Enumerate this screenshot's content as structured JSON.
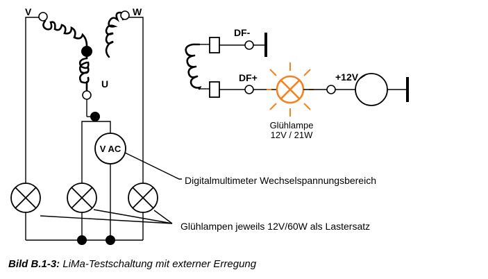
{
  "labels": {
    "V": "V",
    "W": "W",
    "U": "U",
    "df_minus": "DF-",
    "df_plus": "DF+",
    "plus_12v": "+12V",
    "meter": "V AC",
    "lamp_line1": "Glühlampe",
    "lamp_line2": "12V / 21W",
    "meter_note": "Digitalmultimeter Wechselspannungsbereich",
    "lamps_note": "Glühlampen jeweils 12V/60W als Lastersatz"
  },
  "caption": {
    "prefix": "Bild B.1-3:",
    "text": "LiMa-Testschaltung mit externer Erregung"
  },
  "colors": {
    "lamp_highlight": "#f5821f",
    "wire": "#000000"
  }
}
